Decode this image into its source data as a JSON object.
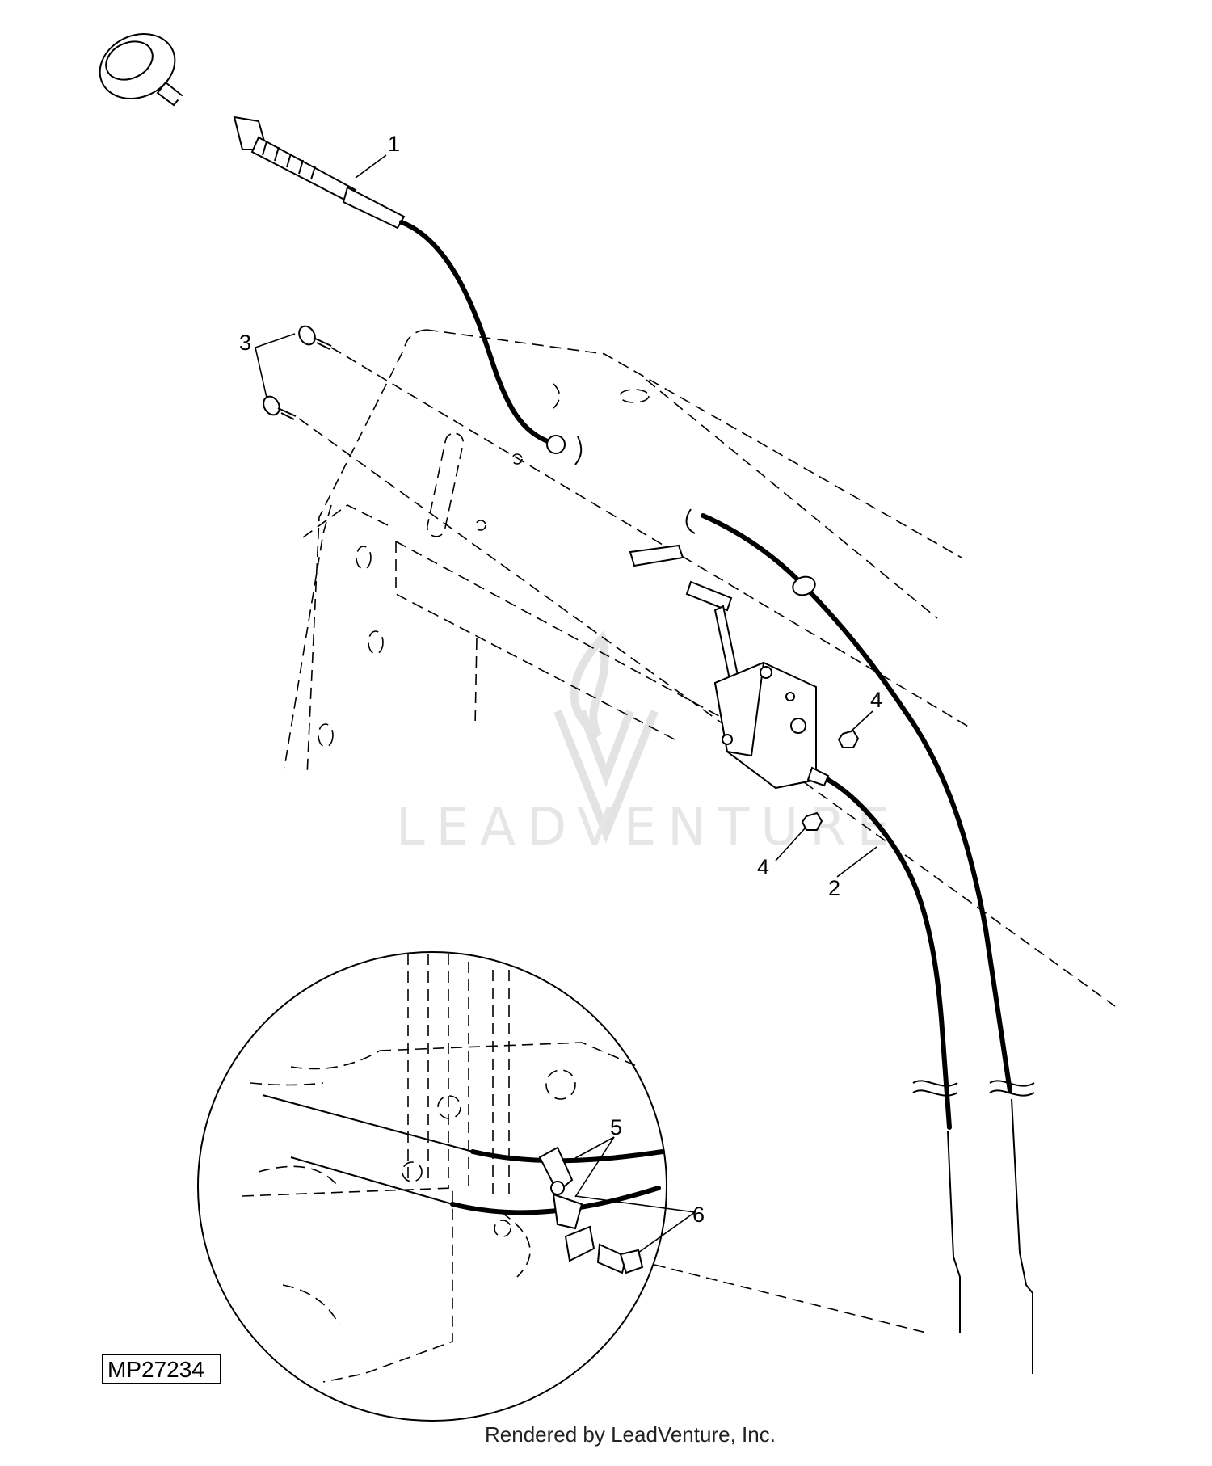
{
  "callouts": {
    "c1": "1",
    "c2": "2",
    "c3": "3",
    "c4a": "4",
    "c4b": "4",
    "c5": "5",
    "c6": "6"
  },
  "figure_id": "MP27234",
  "watermark": "LEADVENTURE",
  "footer": "Rendered by LeadVenture, Inc."
}
